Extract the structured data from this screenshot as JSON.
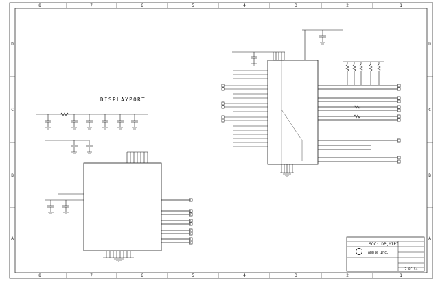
{
  "sheet": {
    "columns": [
      "8",
      "7",
      "6",
      "5",
      "4",
      "3",
      "2",
      "1"
    ],
    "rows": [
      "D",
      "C",
      "B",
      "A"
    ]
  },
  "schematic": {
    "section_label": "DISPLAYPORT"
  },
  "title_block": {
    "title": "SOC: DP,MIPI",
    "company": "Apple Inc.",
    "sheet_info": "7 OF 54"
  },
  "colors": {
    "line": "#1a1a1a",
    "frame": "#333333",
    "background": "#ffffff"
  },
  "icons": {
    "logo": "apple-logo-icon"
  }
}
